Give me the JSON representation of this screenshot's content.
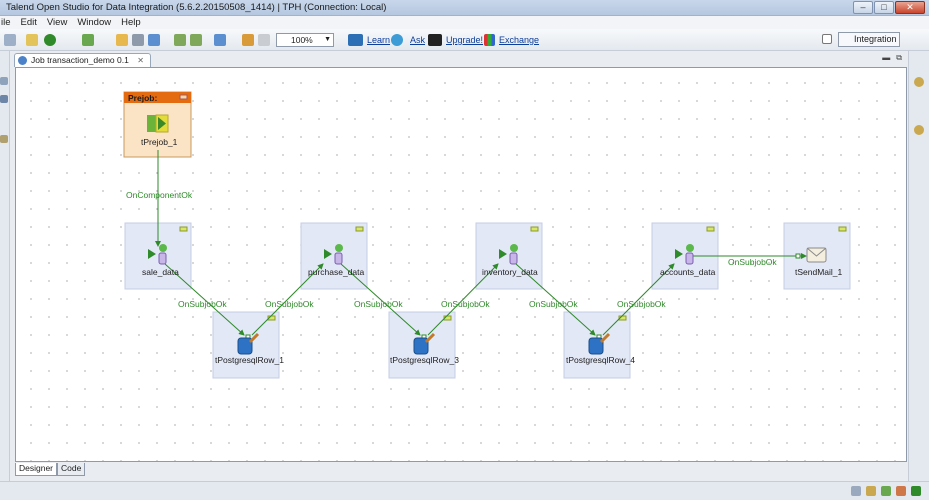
{
  "window": {
    "title": "Talend Open Studio for Data Integration (5.6.2.20150508_1414) | TPH (Connection: Local)"
  },
  "menu": [
    "ile",
    "Edit",
    "View",
    "Window",
    "Help"
  ],
  "toolbar": {
    "zoom": "100%",
    "links": {
      "learn": "Learn",
      "ask": "Ask",
      "upgrade": "Upgrade!",
      "exchange": "Exchange"
    },
    "perspective": "Integration"
  },
  "editor": {
    "tab_title": "Job transaction_demo 0.1",
    "bottom_tabs": {
      "designer": "Designer",
      "code": "Code"
    }
  },
  "job": {
    "subjob_title": "Prejob:",
    "components": {
      "tPrejob_1": "tPrejob_1",
      "sale_data": "sale_data",
      "purchase_data": "purchase_data",
      "inventory_data": "inventory_data",
      "accounts_data": "accounts_data",
      "tSendMail_1": "tSendMail_1",
      "tPostgresqlRow_1": "tPostgresqlRow_1",
      "tPostgresqlRow_3": "tPostgresqlRow_3",
      "tPostgresqlRow_4": "tPostgresqlRow_4"
    },
    "connections": {
      "on_component_ok": "OnComponentOk",
      "on_subjob_ok": "OnSubjobOk"
    }
  }
}
